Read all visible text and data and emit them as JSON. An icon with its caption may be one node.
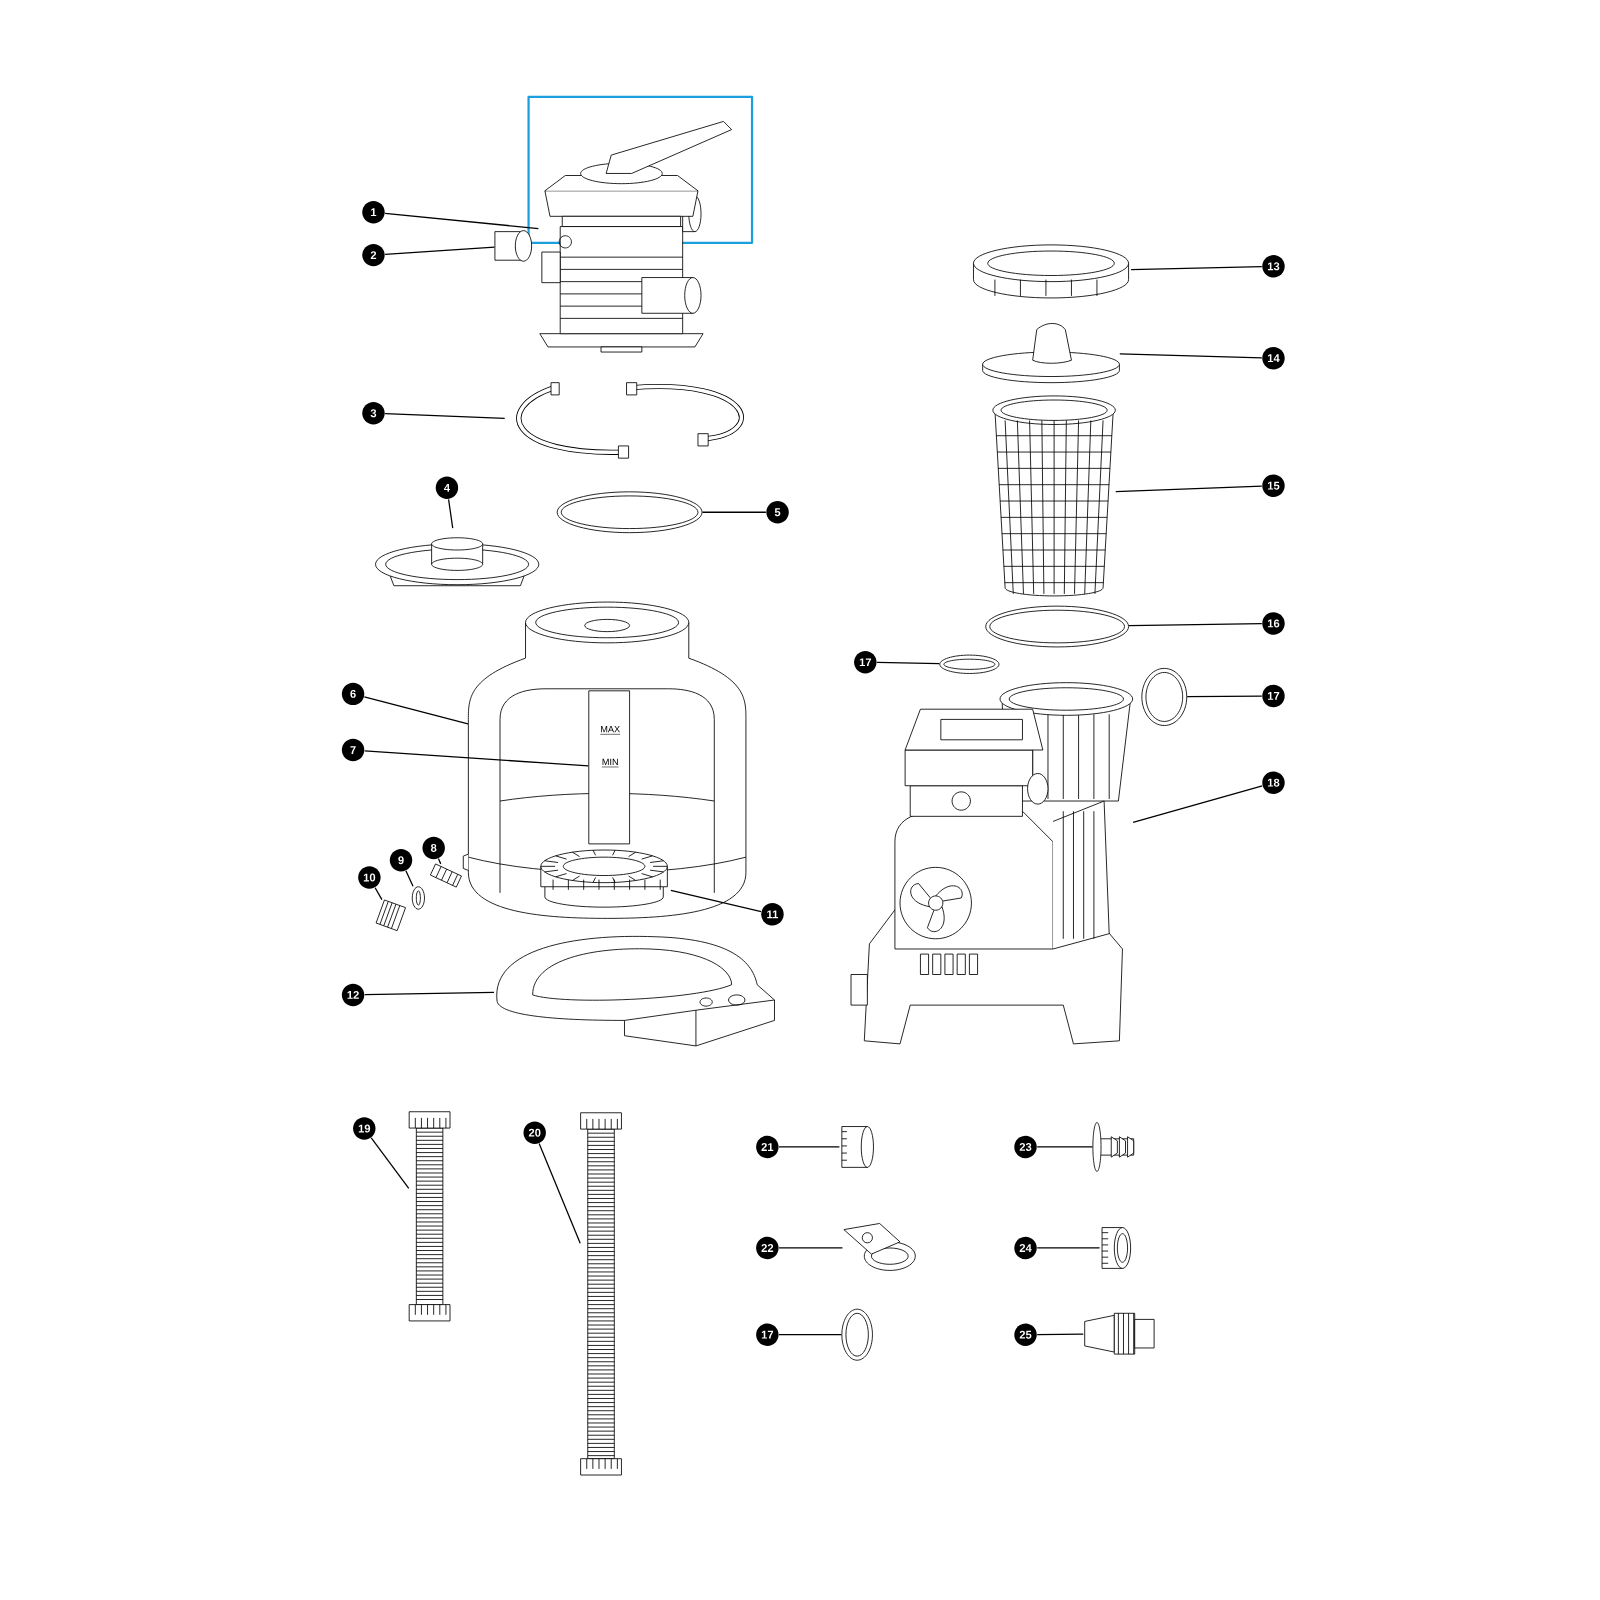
{
  "diagram": {
    "nodes": [
      {
        "text": [
          "1"
        ]
      },
      {
        "text": [],
        "shape": "picture"
      },
      {
        "text": [
          "2"
        ]
      },
      {
        "text": [],
        "shape": "cylinder"
      },
      {
        "text": [
          "3"
        ]
      },
      {
        "text": [],
        "shape": "picture"
      },
      {
        "text": [
          "4"
        ]
      },
      {
        "text": [],
        "shape": "picture"
      },
      {
        "text": [
          "5"
        ]
      },
      {
        "text": [],
        "shape": "picture"
      },
      {
        "text": [
          "6"
        ]
      },
      {
        "text": [],
        "shape": "picture"
      },
      {
        "text": [
          "7"
        ]
      },
      {
        "text": [],
        "shape": "picture",
        "in": 11
      },
      {
        "text": [
          "8"
        ]
      },
      {
        "text": [],
        "shape": "picture"
      },
      {
        "text": [
          "9"
        ]
      },
      {
        "text": [],
        "shape": "picture"
      },
      {
        "text": [
          "10"
        ]
      },
      {
        "text": [],
        "shape": "picture"
      },
      {
        "text": [
          "11"
        ]
      },
      {
        "text": [],
        "shape": "picture",
        "in": 11
      },
      {
        "text": [
          "12"
        ]
      },
      {
        "text": [],
        "shape": "picture"
      },
      {
        "text": [
          "13"
        ]
      },
      {
        "text": [],
        "shape": "picture"
      },
      {
        "text": [
          "14"
        ]
      },
      {
        "text": [],
        "shape": "picture"
      },
      {
        "text": [
          "15"
        ]
      },
      {
        "text": [],
        "shape": "picture"
      },
      {
        "text": [
          "16"
        ]
      },
      {
        "text": [],
        "shape": "picture"
      },
      {
        "text": [
          "17"
        ]
      },
      {
        "text": [],
        "shape": "picture"
      },
      {
        "text": [
          "17"
        ]
      },
      {
        "text": [],
        "shape": "picture"
      },
      {
        "text": [
          "18"
        ]
      },
      {
        "text": [],
        "shape": "picture"
      },
      {
        "text": [
          "19"
        ]
      },
      {
        "text": [],
        "shape": "picture"
      },
      {
        "text": [
          "20"
        ]
      },
      {
        "text": [],
        "shape": "picture"
      },
      {
        "text": [
          "21"
        ]
      },
      {
        "text": [],
        "shape": "picture"
      },
      {
        "text": [
          "22"
        ]
      },
      {
        "text": [],
        "shape": "picture"
      },
      {
        "text": [
          "17"
        ]
      },
      {
        "text": [],
        "shape": "picture"
      },
      {
        "text": [
          "23"
        ]
      },
      {
        "text": [],
        "shape": "picture"
      },
      {
        "text": [
          "24"
        ]
      },
      {
        "text": [],
        "shape": "picture"
      },
      {
        "text": [
          "25"
        ]
      },
      {
        "text": [],
        "shape": "picture"
      }
    ],
    "edges": [
      {
        "from": 0,
        "to": 1,
        "arrow": "none"
      },
      {
        "from": 2,
        "to": 3,
        "arrow": "none"
      },
      {
        "from": 4,
        "to": 5,
        "arrow": "none"
      },
      {
        "from": 6,
        "to": 7,
        "arrow": "none"
      },
      {
        "from": 8,
        "to": 9,
        "arrow": "none"
      },
      {
        "from": 10,
        "to": 11,
        "arrow": "none"
      },
      {
        "from": 12,
        "to": 13,
        "arrow": "none"
      },
      {
        "from": 14,
        "to": 15,
        "arrow": "none"
      },
      {
        "from": 16,
        "to": 17,
        "arrow": "none"
      },
      {
        "from": 18,
        "to": 19,
        "arrow": "none"
      },
      {
        "from": 20,
        "to": 21,
        "arrow": "none"
      },
      {
        "from": 22,
        "to": 23,
        "arrow": "none"
      },
      {
        "from": 24,
        "to": 25,
        "arrow": "none"
      },
      {
        "from": 26,
        "to": 27,
        "arrow": "none"
      },
      {
        "from": 28,
        "to": 29,
        "arrow": "none"
      },
      {
        "from": 30,
        "to": 31,
        "arrow": "none"
      },
      {
        "from": 32,
        "to": 33,
        "arrow": "none"
      },
      {
        "from": 34,
        "to": 35,
        "arrow": "none"
      },
      {
        "from": 36,
        "to": 37,
        "arrow": "none"
      },
      {
        "from": 38,
        "to": 39,
        "arrow": "none"
      },
      {
        "from": 40,
        "to": 41,
        "arrow": "none"
      },
      {
        "from": 42,
        "to": 43,
        "arrow": "none"
      },
      {
        "from": 44,
        "to": 45,
        "arrow": "none"
      },
      {
        "from": 46,
        "to": 47,
        "arrow": "none"
      },
      {
        "from": 48,
        "to": 49,
        "arrow": "none"
      },
      {
        "from": 50,
        "to": 51,
        "arrow": "none"
      },
      {
        "from": 52,
        "to": 53,
        "arrow": "none"
      }
    ],
    "labels": [
      "MAX",
      "MIN"
    ]
  }
}
